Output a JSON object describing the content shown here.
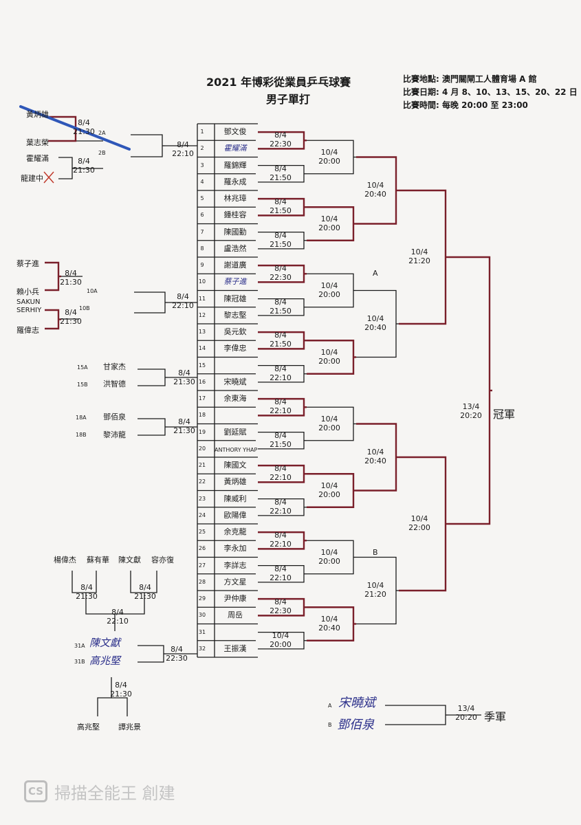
{
  "header": {
    "title": "2021 年博彩從業員乒乓球賽",
    "subtitle": "男子單打",
    "venue": "比賽地點: 澳門關閘工人體育場 A 館",
    "dates": "比賽日期: 4 月 8、10、13、15、20、22 日",
    "time": "比賽時間: 每晚 20:00 至 23:00"
  },
  "slots": [
    {
      "num": "1",
      "name": "鄧文俊"
    },
    {
      "num": "2",
      "name": "霍耀滿"
    },
    {
      "num": "3",
      "name": "羅錦輝"
    },
    {
      "num": "4",
      "name": "羅永成"
    },
    {
      "num": "5",
      "name": "林兆璋"
    },
    {
      "num": "6",
      "name": "鍾桂容"
    },
    {
      "num": "7",
      "name": "陳國勤"
    },
    {
      "num": "8",
      "name": "盧浩然"
    },
    {
      "num": "9",
      "name": "謝道廣"
    },
    {
      "num": "10",
      "name": "蔡子進"
    },
    {
      "num": "11",
      "name": "陳冠雄"
    },
    {
      "num": "12",
      "name": "黎志堅"
    },
    {
      "num": "13",
      "name": "吳元欽"
    },
    {
      "num": "14",
      "name": "李偉忠"
    },
    {
      "num": "15",
      "name": ""
    },
    {
      "num": "16",
      "name": "宋曉斌"
    },
    {
      "num": "17",
      "name": "余東海"
    },
    {
      "num": "18",
      "name": ""
    },
    {
      "num": "19",
      "name": "劉延賦"
    },
    {
      "num": "20",
      "name": "ANTHORY YHAP"
    },
    {
      "num": "21",
      "name": "陳國文"
    },
    {
      "num": "22",
      "name": "黃炳雄"
    },
    {
      "num": "23",
      "name": "陳威利"
    },
    {
      "num": "24",
      "name": "歐陽偉"
    },
    {
      "num": "25",
      "name": "余克龍"
    },
    {
      "num": "26",
      "name": "李永加"
    },
    {
      "num": "27",
      "name": "李詳志"
    },
    {
      "num": "28",
      "name": "方文星"
    },
    {
      "num": "29",
      "name": "尹仲康"
    },
    {
      "num": "30",
      "name": "周岳"
    },
    {
      "num": "31",
      "name": ""
    },
    {
      "num": "32",
      "name": "王振漢"
    }
  ],
  "r1": [
    {
      "date": "8/4",
      "time": "22:30"
    },
    {
      "date": "8/4",
      "time": "21:50"
    },
    {
      "date": "8/4",
      "time": "21:50"
    },
    {
      "date": "8/4",
      "time": "21:50"
    },
    {
      "date": "8/4",
      "time": "22:30"
    },
    {
      "date": "8/4",
      "time": "21:50"
    },
    {
      "date": "8/4",
      "time": "21:50"
    },
    {
      "date": "8/4",
      "time": "22:10"
    },
    {
      "date": "8/4",
      "time": "22:10"
    },
    {
      "date": "8/4",
      "time": "21:50"
    },
    {
      "date": "8/4",
      "time": "22:10"
    },
    {
      "date": "8/4",
      "time": "22:10"
    },
    {
      "date": "8/4",
      "time": "22:10"
    },
    {
      "date": "8/4",
      "time": "22:10"
    },
    {
      "date": "8/4",
      "time": "22:30"
    },
    {
      "date": "10/4",
      "time": "20:00"
    }
  ],
  "r2": [
    {
      "date": "10/4",
      "time": "20:00"
    },
    {
      "date": "10/4",
      "time": "20:00"
    },
    {
      "date": "10/4",
      "time": "20:00"
    },
    {
      "date": "10/4",
      "time": "20:00"
    },
    {
      "date": "10/4",
      "time": "20:00"
    },
    {
      "date": "10/4",
      "time": "20:00"
    },
    {
      "date": "10/4",
      "time": "20:00"
    },
    {
      "date": "10/4",
      "time": "20:40"
    }
  ],
  "r3": [
    {
      "date": "10/4",
      "time": "20:40"
    },
    {
      "date": "10/4",
      "time": "20:40"
    },
    {
      "date": "10/4",
      "time": "20:40"
    },
    {
      "date": "10/4",
      "time": "21:20"
    }
  ],
  "r4": [
    {
      "date": "10/4",
      "time": "21:20"
    },
    {
      "date": "10/4",
      "time": "22:00"
    }
  ],
  "final": {
    "date": "13/4",
    "time": "20:20",
    "label": "冠軍"
  },
  "group_a": "A",
  "group_b": "B",
  "third": {
    "a_label": "A",
    "a_name": "宋曉斌",
    "b_label": "B",
    "b_name": "鄧佰泉",
    "date": "13/4",
    "time": "20:20",
    "label": "季軍"
  },
  "qualifiers": {
    "q1": {
      "p1": "黃炳雄",
      "p2": "葉志榮",
      "p3": "霍耀滿",
      "p4": "龍建中",
      "m1": {
        "date": "8/4",
        "time": "21:30"
      },
      "m1_tag": "2A",
      "m2": {
        "date": "8/4",
        "time": "21:30"
      },
      "m2_tag": "2B",
      "final": {
        "date": "8/4",
        "time": "22:10"
      }
    },
    "q2": {
      "p1": "蔡子進",
      "p2": "賴小兵",
      "p3a": "SAKUN",
      "p3b": "SERHIY",
      "p4": "羅偉志",
      "m1": {
        "date": "8/4",
        "time": "21:30"
      },
      "m1_tag": "10A",
      "m2": {
        "date": "8/4",
        "time": "21:30"
      },
      "m2_tag": "10B",
      "final": {
        "date": "8/4",
        "time": "22:10"
      }
    },
    "q3": {
      "tag_a": "15A",
      "p1": "甘家杰",
      "tag_b": "15B",
      "p2": "洪智德",
      "m": {
        "date": "8/4",
        "time": "21:30"
      }
    },
    "q4": {
      "tag_a": "18A",
      "p1": "鄧佰泉",
      "tag_b": "18B",
      "p2": "黎沛龍",
      "m": {
        "date": "8/4",
        "time": "21:30"
      }
    },
    "q5": {
      "p1": "楊偉杰",
      "p2": "蘇有華",
      "p3": "陳文獻",
      "p4": "容亦復",
      "m1": {
        "date": "8/4",
        "time": "21:30"
      },
      "m2": {
        "date": "8/4",
        "time": "21:30"
      },
      "m3": {
        "date": "8/4",
        "time": "22:10"
      },
      "tag_a": "31A",
      "hw_a": "陳文獻",
      "tag_b": "31B",
      "hw_b": "高兆堅",
      "m4": {
        "date": "8/4",
        "time": "22:30"
      },
      "m5": {
        "date": "8/4",
        "time": "21:30"
      },
      "p5": "高兆堅",
      "p6": "譚兆景"
    }
  },
  "watermark": {
    "logo": "CS",
    "text": "掃描全能王 創建"
  },
  "colors": {
    "ink": "#1a1a1a",
    "winner": "#7a1f2a",
    "pen": "#2b2f8a",
    "strike": "#2f57b8"
  }
}
